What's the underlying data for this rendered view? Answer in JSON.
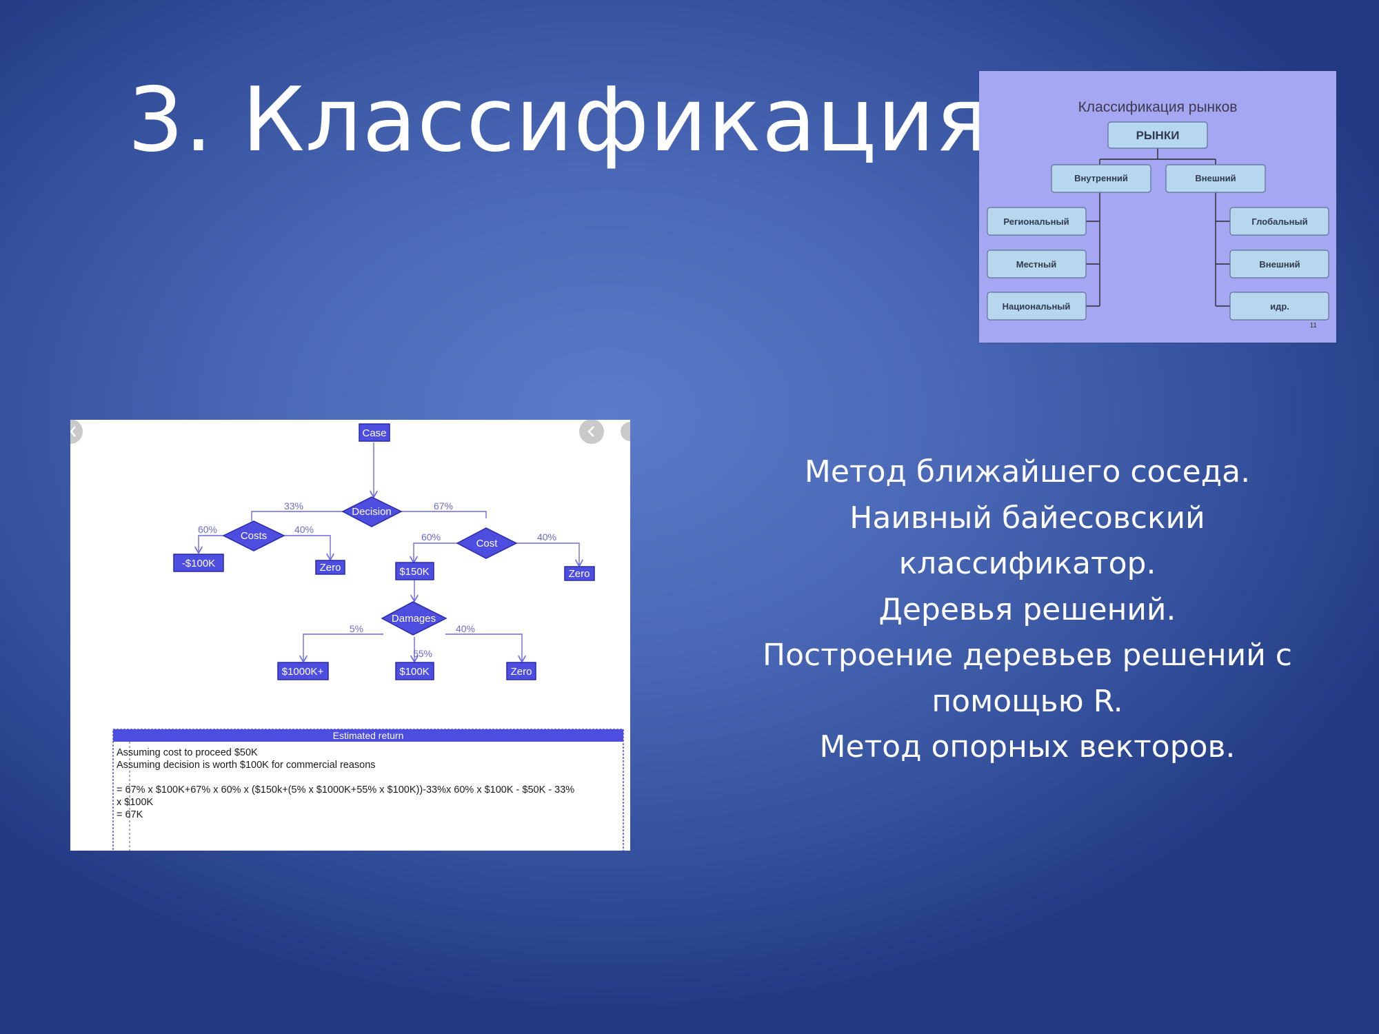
{
  "slide": {
    "title": "3. Классификация"
  },
  "market_diagram": {
    "title": "Классификация рынков",
    "root": "РЫНКИ",
    "level2": [
      "Внутренний",
      "Внешний"
    ],
    "left_children": [
      "Региональный",
      "Местный",
      "Национальный"
    ],
    "right_children": [
      "Глобальный",
      "Внешний",
      "идр."
    ],
    "page_number": "11"
  },
  "decision_tree": {
    "nodes": {
      "case": "Case",
      "decision": "Decision",
      "costs": "Costs",
      "cost": "Cost",
      "minus100k": "-$100K",
      "zero_a": "Zero",
      "v150k": "$150K",
      "zero_b": "Zero",
      "damages": "Damages",
      "v1000k": "$1000K+",
      "v100k": "$100K",
      "zero_c": "Zero"
    },
    "percentages": {
      "decision_left": "33%",
      "decision_right": "67%",
      "costs_left": "60%",
      "costs_right": "40%",
      "cost_left": "60%",
      "cost_right": "40%",
      "damages_left": "5%",
      "damages_mid": "55%",
      "damages_right": "40%"
    },
    "estimate": {
      "header": "Estimated return",
      "lines": [
        "Assuming cost to proceed $50K",
        "Assuming decision is worth $100K for commercial reasons",
        "",
        "= 67% x $100K+67% x 60% x ($150k+(5% x $1000K+55% x $100K))-33%x 60% x $100K - $50K - 33%",
        "x $100K",
        "= 67K"
      ]
    }
  },
  "methods": [
    "Метод ближайшего соседа.",
    "Наивный байесовский",
    "классификатор.",
    "Деревья решений.",
    "Построение деревьев решений с",
    "помощью R.",
    "Метод опорных векторов."
  ]
}
